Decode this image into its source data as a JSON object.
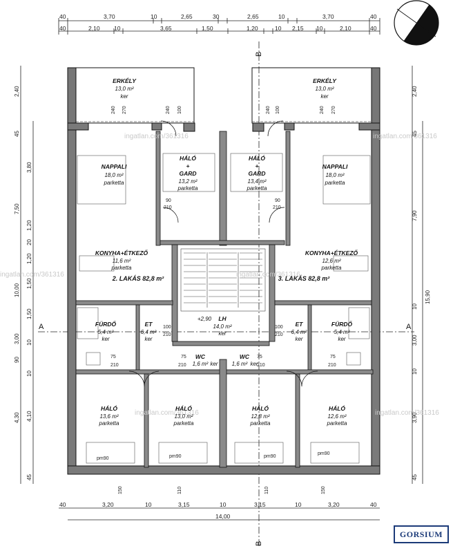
{
  "dims_top_row1": [
    "40",
    "3,70",
    "10",
    "2,65",
    "30",
    "2,65",
    "10",
    "3,70",
    "40"
  ],
  "dims_top_row2": [
    "40",
    "2,10",
    "10",
    "3,65",
    "1,50",
    "1,20",
    "10",
    "2,15",
    "10",
    "2,10",
    "40"
  ],
  "dims_bottom_row1": [
    "40",
    "3,20",
    "10",
    "3,15",
    "10",
    "3,15",
    "10",
    "3,20",
    "40"
  ],
  "dims_bottom_total": "14,00",
  "dims_left": [
    "2,40",
    "45",
    "3,80",
    "7,50",
    "1,20",
    "20",
    "1,20",
    "1,50",
    "10,00",
    "1,50",
    "3,00",
    "10",
    "90",
    "10",
    "4,30",
    "4,10",
    "45"
  ],
  "dims_right": [
    "2,40",
    "45",
    "7,90",
    "15,90",
    "10",
    "3,00",
    "10",
    "3,90",
    "45"
  ],
  "section_b": "B",
  "section_a": "A",
  "watermark": "ingatlan.com/361316",
  "rooms": {
    "erkely_l": {
      "name": "ERKÉLY",
      "area": "13,0 m²",
      "floor": "ker"
    },
    "erkely_r": {
      "name": "ERKÉLY",
      "area": "13,0 m²",
      "floor": "ker"
    },
    "nappali_l": {
      "name": "NAPPALI",
      "area": "18,0 m²",
      "floor": "parketta"
    },
    "nappali_r": {
      "name": "NAPPALI",
      "area": "18,0 m²",
      "floor": "parketta"
    },
    "halo_gard_l": {
      "name": "HÁLÓ",
      "plus": "+",
      "name2": "GARD",
      "area": "13,2 m²",
      "floor": "parketta"
    },
    "halo_gard_r": {
      "name": "HÁLÓ",
      "plus": "+",
      "name2": "GARD",
      "area": "13,4 m²",
      "floor": "parketta"
    },
    "konyha_l": {
      "name": "KONYHA+ÉTKEZŐ",
      "area": "11,6 m²",
      "floor": "parketta"
    },
    "konyha_r": {
      "name": "KONYHA+ÉTKEZŐ",
      "area": "12,6 m²",
      "floor": "parketta"
    },
    "apt_l": "2. LAKÁS 82,8 m²",
    "apt_r": "3. LAKÁS 82,8 m²",
    "furdo_l": {
      "name": "FÜRDŐ",
      "area": "5,4 m²",
      "floor": "ker"
    },
    "furdo_r": {
      "name": "FÜRDŐ",
      "area": "5,4 m²",
      "floor": "ker"
    },
    "et_l": {
      "name": "ET",
      "area": "6,4 m²",
      "floor": "ker"
    },
    "et_r": {
      "name": "ET",
      "area": "6,4 m²",
      "floor": "ker"
    },
    "lh": {
      "name": "LH",
      "area": "14,0 m²",
      "floor": "ker",
      "level": "+2,90"
    },
    "wc_l": {
      "name": "WC",
      "area": "1,6 m²",
      "floor": "ker"
    },
    "wc_r": {
      "name": "WC",
      "area": "1,6 m²",
      "floor": "ker"
    },
    "halo1": {
      "name": "HÁLÓ",
      "area": "13,6 m²",
      "floor": "parketta"
    },
    "halo2": {
      "name": "HÁLÓ",
      "area": "13,0 m²",
      "floor": "parketta"
    },
    "halo3": {
      "name": "HÁLÓ",
      "area": "12,8 m²",
      "floor": "parketta"
    },
    "halo4": {
      "name": "HÁLÓ",
      "area": "12,6 m²",
      "floor": "parketta"
    }
  },
  "door_labels": {
    "d240": "240",
    "d270": "270",
    "d100": "100",
    "d90": "90",
    "d210": "210",
    "d75": "75",
    "d150": "150",
    "d110": "110",
    "pm90": "pm90"
  },
  "logo": "GORSIUM",
  "compass": "north-arrow-icon"
}
